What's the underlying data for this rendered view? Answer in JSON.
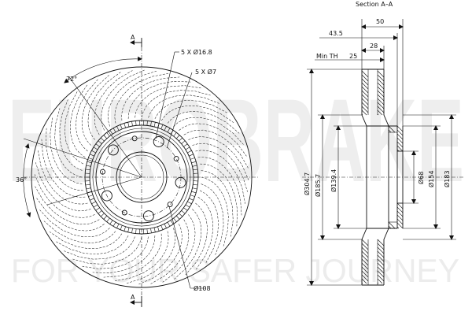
{
  "watermark": {
    "line1": "EUROBRAKE",
    "line2": "FOR YOUR SAFER JOURNEY"
  },
  "front_view": {
    "section_mark": "A",
    "angle_top": "72°",
    "angle_left": "36°",
    "bolt_holes_label": "5 X Ø16.8",
    "small_holes_label": "5 X Ø7",
    "pcd_label": "Ø108"
  },
  "section_view": {
    "title": "Section A–A",
    "dim_width": "50",
    "dim_hat_offset": "43.5",
    "dim_thickness": "28",
    "min_th_label": "Min TH",
    "min_th_value": "25",
    "dim_outer": "Ø304.7",
    "dim_185": "Ø185.7",
    "dim_139": "Ø139.4",
    "dim_68": "Ø68",
    "dim_154": "Ø154",
    "dim_183": "Ø183"
  }
}
